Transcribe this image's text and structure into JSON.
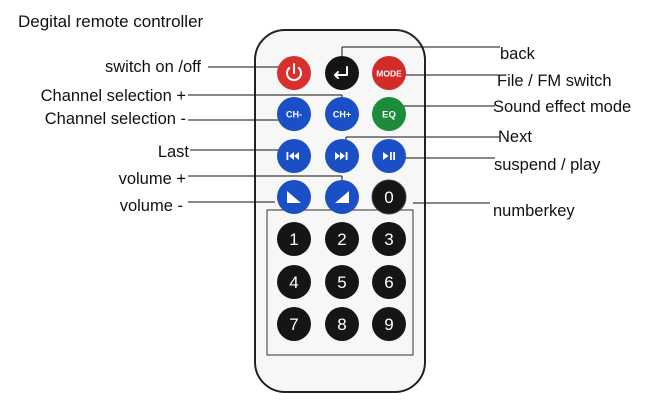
{
  "title": "Degital remote controller",
  "labels": {
    "power": "switch on /off",
    "back": "back",
    "mode": "File / FM switch",
    "ch_plus": "Channel selection +",
    "ch_minus": "Channel selection -",
    "eq": "Sound effect mode",
    "next": "Next",
    "last": "Last",
    "play": "suspend / play",
    "vol_plus": "volume +",
    "vol_minus": "volume -",
    "numberkey": "numberkey"
  },
  "buttons": {
    "ch_minus": "CH-",
    "ch_plus": "CH+",
    "eq": "EQ",
    "mode": "MODE",
    "digits": [
      "0",
      "1",
      "2",
      "3",
      "4",
      "5",
      "6",
      "7",
      "8",
      "9"
    ]
  },
  "colors": {
    "power": "#d8302f",
    "back": "#151515",
    "mode": "#d22c2a",
    "blue": "#1b4fc6",
    "eq": "#1c8c3a",
    "number": "#151515",
    "remote_body": "#f7f7f7",
    "remote_outline": "#222222"
  },
  "icons": {
    "power": "power-icon",
    "back": "return-arrow-icon",
    "next": "skip-forward-icon",
    "last": "skip-back-icon",
    "play": "play-pause-icon",
    "vol_plus": "volume-up-wedge-icon",
    "vol_minus": "volume-down-wedge-icon"
  }
}
